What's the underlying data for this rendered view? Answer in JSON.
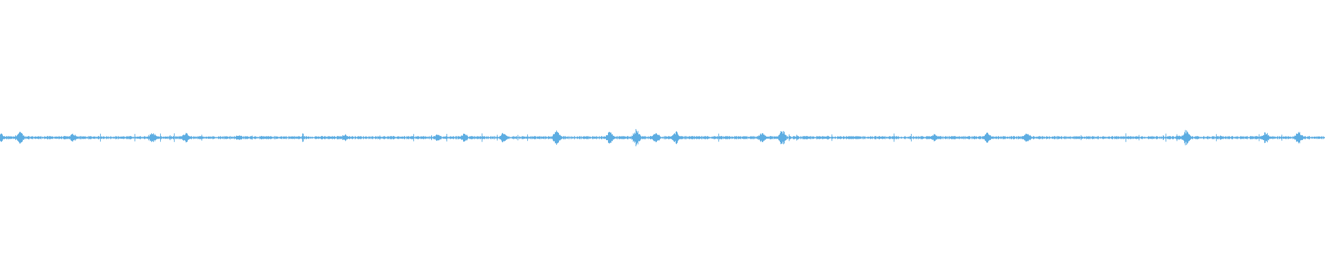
{
  "waveform": {
    "color": "#5dade2",
    "background": "#ffffff",
    "peak_level": 0.05,
    "bursts": [
      {
        "pos": 0.0,
        "amp": 0.018
      },
      {
        "pos": 0.015,
        "amp": 0.022
      },
      {
        "pos": 0.055,
        "amp": 0.016
      },
      {
        "pos": 0.115,
        "amp": 0.02
      },
      {
        "pos": 0.14,
        "amp": 0.018
      },
      {
        "pos": 0.18,
        "amp": 0.012
      },
      {
        "pos": 0.26,
        "amp": 0.012
      },
      {
        "pos": 0.33,
        "amp": 0.013
      },
      {
        "pos": 0.35,
        "amp": 0.016
      },
      {
        "pos": 0.38,
        "amp": 0.02
      },
      {
        "pos": 0.42,
        "amp": 0.028
      },
      {
        "pos": 0.46,
        "amp": 0.024
      },
      {
        "pos": 0.48,
        "amp": 0.032
      },
      {
        "pos": 0.495,
        "amp": 0.022
      },
      {
        "pos": 0.51,
        "amp": 0.024
      },
      {
        "pos": 0.575,
        "amp": 0.02
      },
      {
        "pos": 0.59,
        "amp": 0.03
      },
      {
        "pos": 0.705,
        "amp": 0.014
      },
      {
        "pos": 0.745,
        "amp": 0.02
      },
      {
        "pos": 0.775,
        "amp": 0.018
      },
      {
        "pos": 0.895,
        "amp": 0.03
      },
      {
        "pos": 0.955,
        "amp": 0.022
      },
      {
        "pos": 0.98,
        "amp": 0.024
      }
    ]
  }
}
